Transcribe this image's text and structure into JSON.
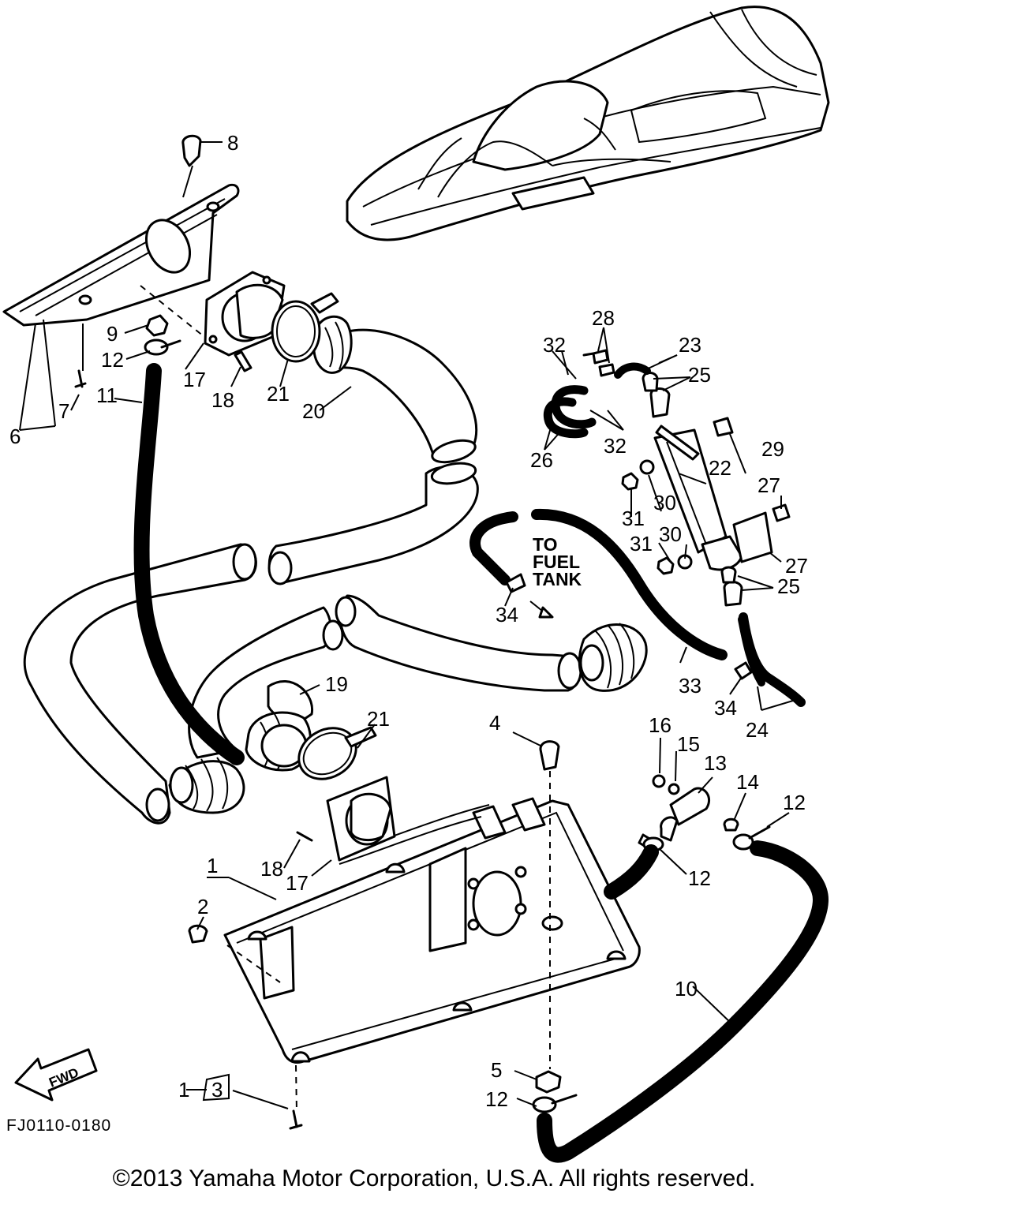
{
  "diagram": {
    "drawing_code": "FJ0110-0180",
    "fwd_label": "FWD",
    "fuel_note": [
      "TO",
      "FUEL",
      "TANK"
    ],
    "bracket_note": {
      "from": "1",
      "to": "3"
    },
    "callouts": [
      {
        "id": "c1",
        "label": "1"
      },
      {
        "id": "c2",
        "label": "2"
      },
      {
        "id": "c4",
        "label": "4"
      },
      {
        "id": "c5",
        "label": "5"
      },
      {
        "id": "c6",
        "label": "6"
      },
      {
        "id": "c7",
        "label": "7"
      },
      {
        "id": "c8",
        "label": "8"
      },
      {
        "id": "c9",
        "label": "9"
      },
      {
        "id": "c10",
        "label": "10"
      },
      {
        "id": "c11",
        "label": "11"
      },
      {
        "id": "c12a",
        "label": "12"
      },
      {
        "id": "c12b",
        "label": "12"
      },
      {
        "id": "c12c",
        "label": "12"
      },
      {
        "id": "c12d",
        "label": "12"
      },
      {
        "id": "c13",
        "label": "13"
      },
      {
        "id": "c14",
        "label": "14"
      },
      {
        "id": "c15",
        "label": "15"
      },
      {
        "id": "c16",
        "label": "16"
      },
      {
        "id": "c17a",
        "label": "17"
      },
      {
        "id": "c17b",
        "label": "17"
      },
      {
        "id": "c18a",
        "label": "18"
      },
      {
        "id": "c18b",
        "label": "18"
      },
      {
        "id": "c19",
        "label": "19"
      },
      {
        "id": "c20",
        "label": "20"
      },
      {
        "id": "c21a",
        "label": "21"
      },
      {
        "id": "c21b",
        "label": "21"
      },
      {
        "id": "c22",
        "label": "22"
      },
      {
        "id": "c23",
        "label": "23"
      },
      {
        "id": "c24",
        "label": "24"
      },
      {
        "id": "c25a",
        "label": "25"
      },
      {
        "id": "c25b",
        "label": "25"
      },
      {
        "id": "c26",
        "label": "26"
      },
      {
        "id": "c27a",
        "label": "27"
      },
      {
        "id": "c27b",
        "label": "27"
      },
      {
        "id": "c28",
        "label": "28"
      },
      {
        "id": "c29",
        "label": "29"
      },
      {
        "id": "c30a",
        "label": "30"
      },
      {
        "id": "c30b",
        "label": "30"
      },
      {
        "id": "c31a",
        "label": "31"
      },
      {
        "id": "c31b",
        "label": "31"
      },
      {
        "id": "c32a",
        "label": "32"
      },
      {
        "id": "c32b",
        "label": "32"
      },
      {
        "id": "c33",
        "label": "33"
      },
      {
        "id": "c34a",
        "label": "34"
      },
      {
        "id": "c34b",
        "label": "34"
      }
    ]
  },
  "copyright": "©2013 Yamaha Motor Corporation, U.S.A. All rights reserved."
}
